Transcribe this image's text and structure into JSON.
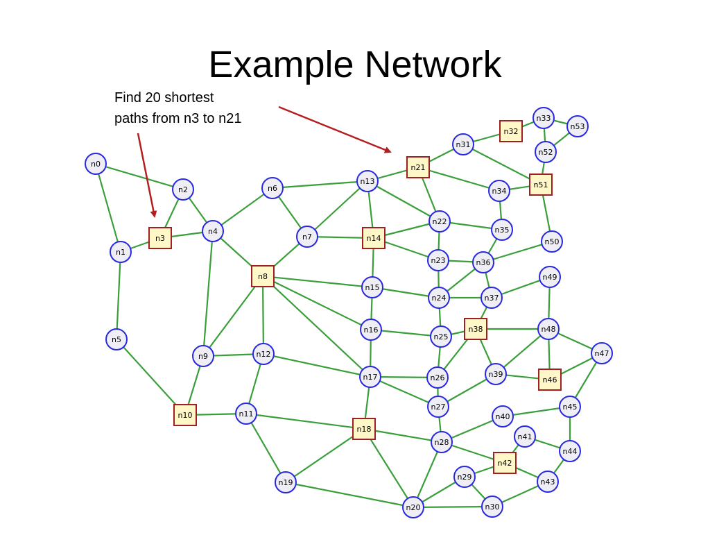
{
  "title": "Example Network",
  "annotation": {
    "line1": "Find 20 shortest",
    "line2": "paths from n3 to n21"
  },
  "colors": {
    "edge": "#3a9e3a",
    "circle_fill": "#eeeef4",
    "circle_stroke": "#2828e0",
    "square_fill": "#fff7c8",
    "square_stroke": "#a02020",
    "arrow": "#b41e1e"
  },
  "nodes": [
    {
      "id": "n0",
      "shape": "circle"
    },
    {
      "id": "n1",
      "shape": "circle"
    },
    {
      "id": "n2",
      "shape": "circle"
    },
    {
      "id": "n3",
      "shape": "square"
    },
    {
      "id": "n4",
      "shape": "circle"
    },
    {
      "id": "n5",
      "shape": "circle"
    },
    {
      "id": "n6",
      "shape": "circle"
    },
    {
      "id": "n7",
      "shape": "circle"
    },
    {
      "id": "n8",
      "shape": "square"
    },
    {
      "id": "n9",
      "shape": "circle"
    },
    {
      "id": "n10",
      "shape": "square"
    },
    {
      "id": "n11",
      "shape": "circle"
    },
    {
      "id": "n12",
      "shape": "circle"
    },
    {
      "id": "n13",
      "shape": "circle"
    },
    {
      "id": "n14",
      "shape": "square"
    },
    {
      "id": "n15",
      "shape": "circle"
    },
    {
      "id": "n16",
      "shape": "circle"
    },
    {
      "id": "n17",
      "shape": "circle"
    },
    {
      "id": "n18",
      "shape": "square"
    },
    {
      "id": "n19",
      "shape": "circle"
    },
    {
      "id": "n20",
      "shape": "circle"
    },
    {
      "id": "n21",
      "shape": "square"
    },
    {
      "id": "n22",
      "shape": "circle"
    },
    {
      "id": "n23",
      "shape": "circle"
    },
    {
      "id": "n24",
      "shape": "circle"
    },
    {
      "id": "n25",
      "shape": "circle"
    },
    {
      "id": "n26",
      "shape": "circle"
    },
    {
      "id": "n27",
      "shape": "circle"
    },
    {
      "id": "n28",
      "shape": "circle"
    },
    {
      "id": "n29",
      "shape": "circle"
    },
    {
      "id": "n30",
      "shape": "circle"
    },
    {
      "id": "n31",
      "shape": "circle"
    },
    {
      "id": "n32",
      "shape": "square"
    },
    {
      "id": "n33",
      "shape": "circle"
    },
    {
      "id": "n34",
      "shape": "circle"
    },
    {
      "id": "n35",
      "shape": "circle"
    },
    {
      "id": "n36",
      "shape": "circle"
    },
    {
      "id": "n37",
      "shape": "circle"
    },
    {
      "id": "n38",
      "shape": "square"
    },
    {
      "id": "n39",
      "shape": "circle"
    },
    {
      "id": "n40",
      "shape": "circle"
    },
    {
      "id": "n41",
      "shape": "circle"
    },
    {
      "id": "n42",
      "shape": "square"
    },
    {
      "id": "n43",
      "shape": "circle"
    },
    {
      "id": "n44",
      "shape": "circle"
    },
    {
      "id": "n45",
      "shape": "circle"
    },
    {
      "id": "n46",
      "shape": "square"
    },
    {
      "id": "n47",
      "shape": "circle"
    },
    {
      "id": "n48",
      "shape": "circle"
    },
    {
      "id": "n49",
      "shape": "circle"
    },
    {
      "id": "n50",
      "shape": "circle"
    },
    {
      "id": "n51",
      "shape": "square"
    },
    {
      "id": "n52",
      "shape": "circle"
    },
    {
      "id": "n53",
      "shape": "circle"
    }
  ],
  "edges": [
    [
      "n0",
      "n2"
    ],
    [
      "n0",
      "n1"
    ],
    [
      "n1",
      "n3"
    ],
    [
      "n1",
      "n5"
    ],
    [
      "n2",
      "n3"
    ],
    [
      "n2",
      "n4"
    ],
    [
      "n3",
      "n4"
    ],
    [
      "n4",
      "n8"
    ],
    [
      "n4",
      "n6"
    ],
    [
      "n4",
      "n9"
    ],
    [
      "n5",
      "n10"
    ],
    [
      "n6",
      "n13"
    ],
    [
      "n6",
      "n7"
    ],
    [
      "n7",
      "n13"
    ],
    [
      "n7",
      "n14"
    ],
    [
      "n7",
      "n8"
    ],
    [
      "n8",
      "n9"
    ],
    [
      "n8",
      "n12"
    ],
    [
      "n8",
      "n15"
    ],
    [
      "n8",
      "n16"
    ],
    [
      "n8",
      "n17"
    ],
    [
      "n9",
      "n10"
    ],
    [
      "n9",
      "n12"
    ],
    [
      "n10",
      "n11"
    ],
    [
      "n11",
      "n12"
    ],
    [
      "n11",
      "n18"
    ],
    [
      "n11",
      "n19"
    ],
    [
      "n12",
      "n17"
    ],
    [
      "n13",
      "n21"
    ],
    [
      "n13",
      "n14"
    ],
    [
      "n13",
      "n22"
    ],
    [
      "n14",
      "n22"
    ],
    [
      "n14",
      "n23"
    ],
    [
      "n14",
      "n15"
    ],
    [
      "n15",
      "n24"
    ],
    [
      "n15",
      "n16"
    ],
    [
      "n16",
      "n25"
    ],
    [
      "n16",
      "n17"
    ],
    [
      "n17",
      "n26"
    ],
    [
      "n17",
      "n27"
    ],
    [
      "n17",
      "n18"
    ],
    [
      "n18",
      "n19"
    ],
    [
      "n18",
      "n28"
    ],
    [
      "n18",
      "n20"
    ],
    [
      "n19",
      "n20"
    ],
    [
      "n20",
      "n28"
    ],
    [
      "n20",
      "n29"
    ],
    [
      "n20",
      "n30"
    ],
    [
      "n21",
      "n31"
    ],
    [
      "n21",
      "n34"
    ],
    [
      "n21",
      "n22"
    ],
    [
      "n22",
      "n35"
    ],
    [
      "n22",
      "n23"
    ],
    [
      "n23",
      "n24"
    ],
    [
      "n23",
      "n36"
    ],
    [
      "n24",
      "n36"
    ],
    [
      "n24",
      "n37"
    ],
    [
      "n24",
      "n25"
    ],
    [
      "n25",
      "n26"
    ],
    [
      "n25",
      "n38"
    ],
    [
      "n26",
      "n38"
    ],
    [
      "n26",
      "n27"
    ],
    [
      "n27",
      "n28"
    ],
    [
      "n27",
      "n39"
    ],
    [
      "n28",
      "n40"
    ],
    [
      "n28",
      "n42"
    ],
    [
      "n29",
      "n42"
    ],
    [
      "n29",
      "n30"
    ],
    [
      "n30",
      "n43"
    ],
    [
      "n31",
      "n32"
    ],
    [
      "n31",
      "n51"
    ],
    [
      "n32",
      "n33"
    ],
    [
      "n33",
      "n53"
    ],
    [
      "n53",
      "n52"
    ],
    [
      "n33",
      "n52"
    ],
    [
      "n52",
      "n51"
    ],
    [
      "n51",
      "n50"
    ],
    [
      "n34",
      "n51"
    ],
    [
      "n34",
      "n35"
    ],
    [
      "n35",
      "n36"
    ],
    [
      "n36",
      "n50"
    ],
    [
      "n36",
      "n37"
    ],
    [
      "n37",
      "n49"
    ],
    [
      "n37",
      "n38"
    ],
    [
      "n38",
      "n39"
    ],
    [
      "n38",
      "n48"
    ],
    [
      "n49",
      "n48"
    ],
    [
      "n48",
      "n39"
    ],
    [
      "n48",
      "n46"
    ],
    [
      "n48",
      "n47"
    ],
    [
      "n47",
      "n46"
    ],
    [
      "n47",
      "n45"
    ],
    [
      "n46",
      "n39"
    ],
    [
      "n45",
      "n40"
    ],
    [
      "n45",
      "n44"
    ],
    [
      "n44",
      "n41"
    ],
    [
      "n41",
      "n42"
    ],
    [
      "n42",
      "n43"
    ],
    [
      "n43",
      "n44"
    ]
  ]
}
